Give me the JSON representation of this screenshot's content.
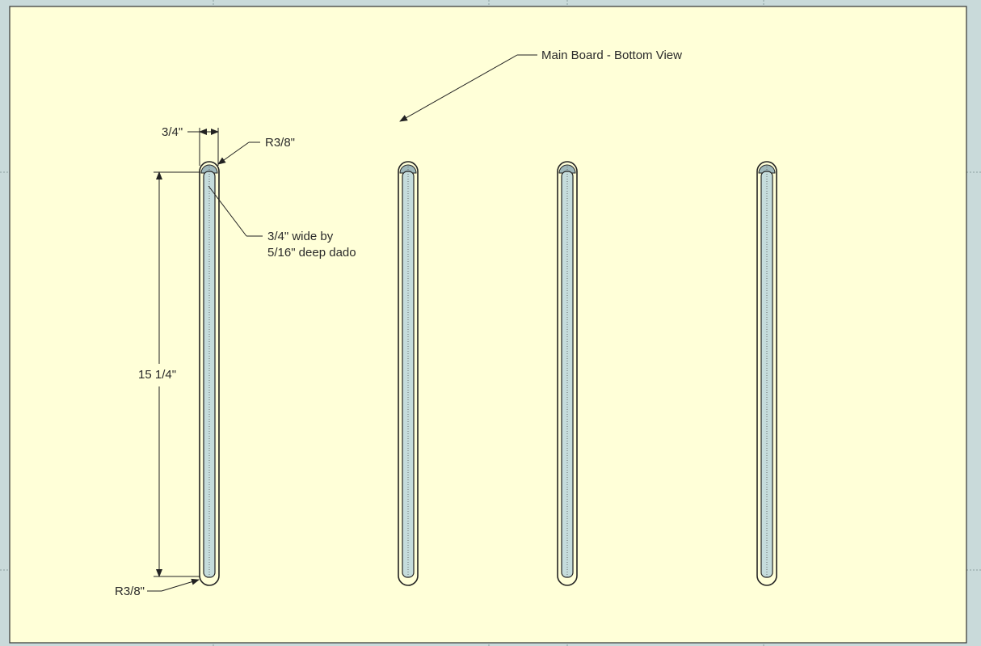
{
  "colors": {
    "background": "#c9dada",
    "board": "#ffffd8",
    "slot_fill": "#c5dcdc",
    "slot_cap": "#9fb8bb",
    "outline": "#222222",
    "text": "#2a2a2a"
  },
  "view": {
    "title": "Main Board - Bottom View"
  },
  "dimensions": {
    "width_label": "3/4\"",
    "radius_top_label": "R3/8\"",
    "radius_bottom_label": "R3/8\"",
    "length_label": "15 1/4\"",
    "dado_label_line1": "3/4\" wide by",
    "dado_label_line2": "5/16\" deep dado"
  },
  "slots": [
    {
      "name": "dado-slot-1",
      "dimensioned": true
    },
    {
      "name": "dado-slot-2",
      "dimensioned": false
    },
    {
      "name": "dado-slot-3",
      "dimensioned": false
    },
    {
      "name": "dado-slot-4",
      "dimensioned": false
    }
  ]
}
